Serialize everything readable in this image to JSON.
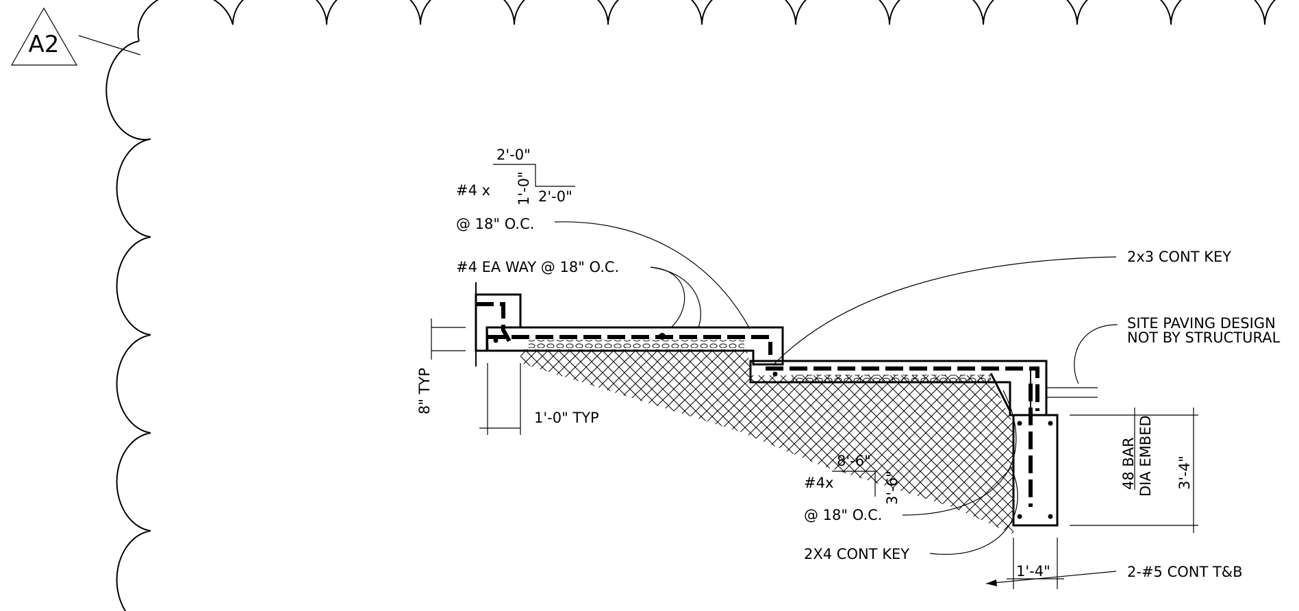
{
  "revision_tag": "A2",
  "callouts": {
    "bent_bar_prefix": "#4 x",
    "bent_bar_top": "2'-0\"",
    "bent_bar_height": "1'-0\"",
    "bent_bar_leg": "2'-0\"",
    "bent_bar_spacing": "@ 18\" O.C.",
    "ea_way": "#4 EA WAY @ 18\" O.C.",
    "cont_key_2x3": "2x3 CONT KEY",
    "site_paving_1": "SITE PAVING DESIGN",
    "site_paving_2": "NOT BY STRUCTURAL",
    "typ_8": "8\" TYP",
    "typ_1_0": "1'-0\" TYP",
    "footing_bar_top": "8'-6\"",
    "footing_bar_prefix": "#4x",
    "footing_bar_leg": "3'-6\"",
    "footing_bar_spacing": "@ 18\" O.C.",
    "cont_key_2x4": "2X4 CONT KEY",
    "embed_1": "48 BAR",
    "embed_2": "DIA EMBED",
    "depth": "3'-4\"",
    "width": "1'-4\"",
    "cont_tb": "2-#5 CONT T&B"
  }
}
